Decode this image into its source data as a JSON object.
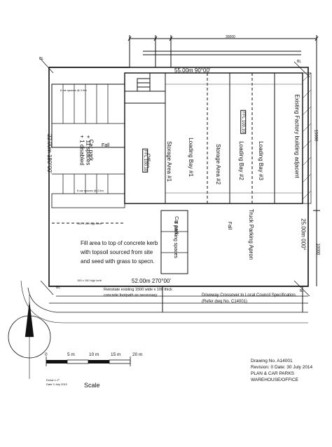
{
  "labels": {
    "top_boundary": "55.00m 90°00'",
    "bottom_boundary": "52.00m 270°00'",
    "left_boundary": "22.00m 180°00'",
    "right_boundary": "25.00m 000°",
    "right_dim_upper": "15000",
    "right_dim_lower": "10000",
    "top_dim": "30000",
    "existing_factory": "Existing Factory building adjacent",
    "office": "Office",
    "ffl_office": "FFL 100.10",
    "car_park": "Car park",
    "car_park_spaces": "+ 11 spaces",
    "car_park_disabled": "+ 1 disabled",
    "fall": "Fall",
    "storage_area_1": "Storage Area #1",
    "loading_bay_1": "Loading Bay #1",
    "storage_area_2": "Storage Area #2",
    "loading_bay_2": "Loading Bay #2",
    "loading_bay_3": "Loading Bay #3",
    "ffl_bay": "FFL 100.10",
    "truck_apron": "Truck Parking Apron",
    "truck_fall": "Fall",
    "car_park_small": "Car park",
    "car_park_small_spaces": "3 parking spaces",
    "fill_note_1": "Fill area to top of concrete kerb",
    "fill_note_2": "with topsoil sourced from site",
    "fill_note_3": "and seed with grass to specn.",
    "reinstate_1": "Reinstate existing 1500 wide x 100 thick",
    "reinstate_2": "concrete footpath as necessary",
    "driveway_1": "Driveway Crossover to Local Council Specification.",
    "driveway_2": "(Refer dwg No. C14001)",
    "kerb_top": "150 x 150 high kerb",
    "kerb_bottom": "150 x 150 high kerb",
    "spaces_top": "6 car spaces @ 2.6m",
    "spaces_mid": "6 car spaces @ 2.6m",
    "bl_tl": "BL",
    "bl_bl": "BL",
    "bl_br": "BL",
    "bl_tr": "BL"
  },
  "scale": {
    "ticks": [
      "0",
      "5 m",
      "10 m",
      "15 m",
      "20 m"
    ],
    "title": "Scale",
    "drawn_1": "Drawn L.P",
    "drawn_2": "Date 3 July 2012"
  },
  "title_block": {
    "drawing_no": "Drawing No. A14001",
    "revision": "Revision: 0  Date: 30 July 2014",
    "line_1": "PLAN & CAR PARKS",
    "line_2": "WAREHOUSE/OFFICE"
  }
}
